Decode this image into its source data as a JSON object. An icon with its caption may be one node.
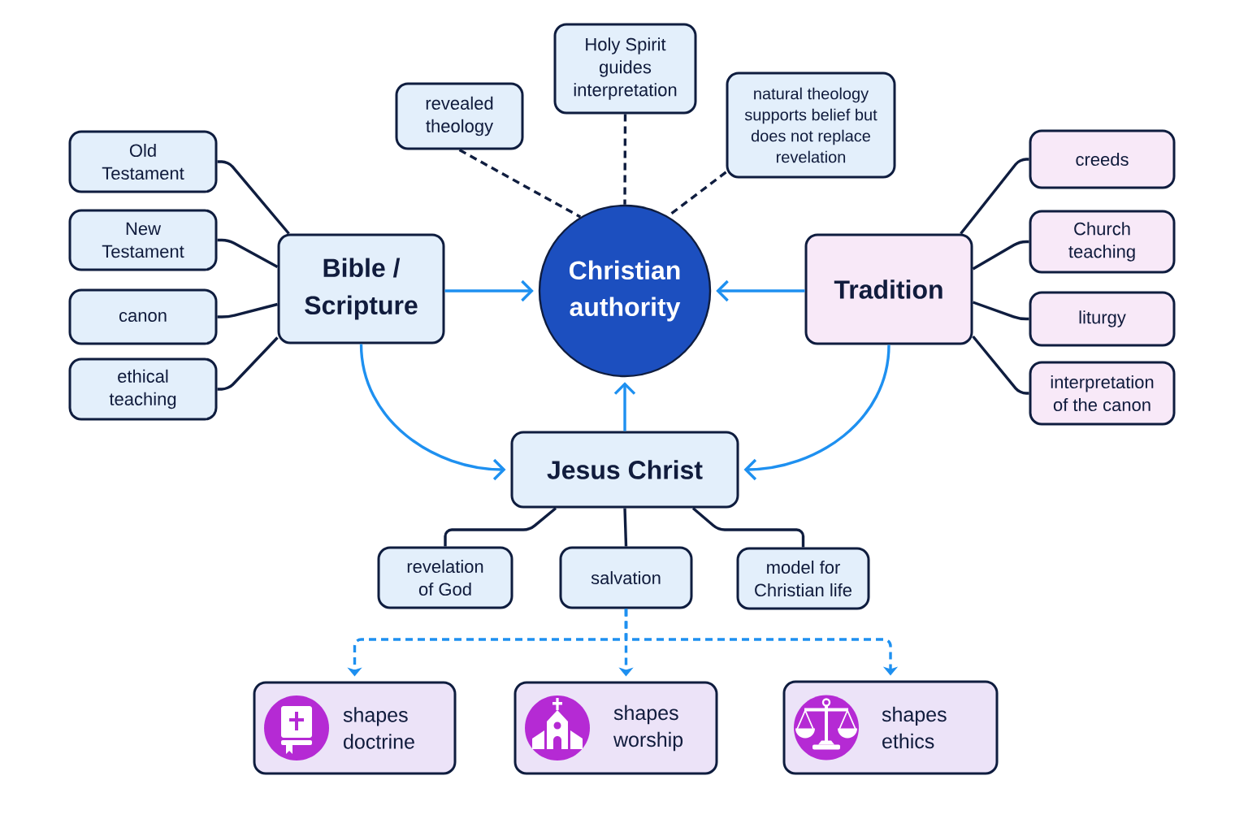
{
  "diagram": {
    "nodes": [
      {
        "text": [
          "revealed theology"
        ]
      },
      {
        "text": [
          "Holy Spirit guides interpretation"
        ]
      },
      {
        "text": [
          "natural theology supports belief but does not replace revelation"
        ]
      },
      {
        "text": [
          "Old Testament"
        ]
      },
      {
        "text": [
          "New Testament"
        ]
      },
      {
        "text": [
          "canon"
        ]
      },
      {
        "text": [
          "ethical teaching"
        ]
      },
      {
        "text": [
          "Bible / Scripture"
        ]
      },
      {
        "text": [
          "Christian authority"
        ]
      },
      {
        "text": [
          "Tradition"
        ]
      },
      {
        "text": [
          "creeds"
        ]
      },
      {
        "text": [
          "Church teaching"
        ]
      },
      {
        "text": [
          "liturgy"
        ]
      },
      {
        "text": [
          "interpretation of the canon"
        ]
      },
      {
        "text": [
          "Jesus Christ"
        ]
      },
      {
        "text": [
          "revelation of God"
        ]
      },
      {
        "text": [
          "salvation"
        ]
      },
      {
        "text": [
          "model for Christian life"
        ]
      },
      {
        "text": [
          "shapes doctrine"
        ]
      },
      {
        "text": [
          "shapes worship"
        ]
      },
      {
        "text": [
          "shapes ethics"
        ]
      }
    ],
    "edges": [
      {
        "from": 7,
        "to": 8,
        "arrow": "to",
        "color": "#1e90f0"
      },
      {
        "from": 9,
        "to": 8,
        "arrow": "to",
        "color": "#1e90f0"
      },
      {
        "from": 14,
        "to": 8,
        "arrow": "to",
        "color": "#1e90f0"
      },
      {
        "from": 7,
        "to": 14,
        "arrow": "to",
        "color": "#1e90f0"
      },
      {
        "from": 9,
        "to": 14,
        "arrow": "to",
        "color": "#1e90f0"
      },
      {
        "from": 0,
        "to": 8,
        "arrow": "none",
        "style": "dashed"
      },
      {
        "from": 1,
        "to": 8,
        "arrow": "none",
        "style": "dashed"
      },
      {
        "from": 2,
        "to": 8,
        "arrow": "none",
        "style": "dashed"
      },
      {
        "from": 7,
        "to": 3,
        "arrow": "none"
      },
      {
        "from": 7,
        "to": 4,
        "arrow": "none"
      },
      {
        "from": 7,
        "to": 5,
        "arrow": "none"
      },
      {
        "from": 7,
        "to": 6,
        "arrow": "none"
      },
      {
        "from": 9,
        "to": 10,
        "arrow": "none"
      },
      {
        "from": 9,
        "to": 11,
        "arrow": "none"
      },
      {
        "from": 9,
        "to": 12,
        "arrow": "none"
      },
      {
        "from": 9,
        "to": 13,
        "arrow": "none"
      },
      {
        "from": 14,
        "to": 15,
        "arrow": "none"
      },
      {
        "from": 14,
        "to": 16,
        "arrow": "none"
      },
      {
        "from": 14,
        "to": 17,
        "arrow": "none"
      },
      {
        "from": 16,
        "to": 18,
        "arrow": "to",
        "style": "dashed",
        "color": "#1e90f0"
      },
      {
        "from": 16,
        "to": 19,
        "arrow": "to",
        "style": "dashed",
        "color": "#1e90f0"
      },
      {
        "from": 16,
        "to": 20,
        "arrow": "to",
        "style": "dashed",
        "color": "#1e90f0"
      }
    ]
  }
}
